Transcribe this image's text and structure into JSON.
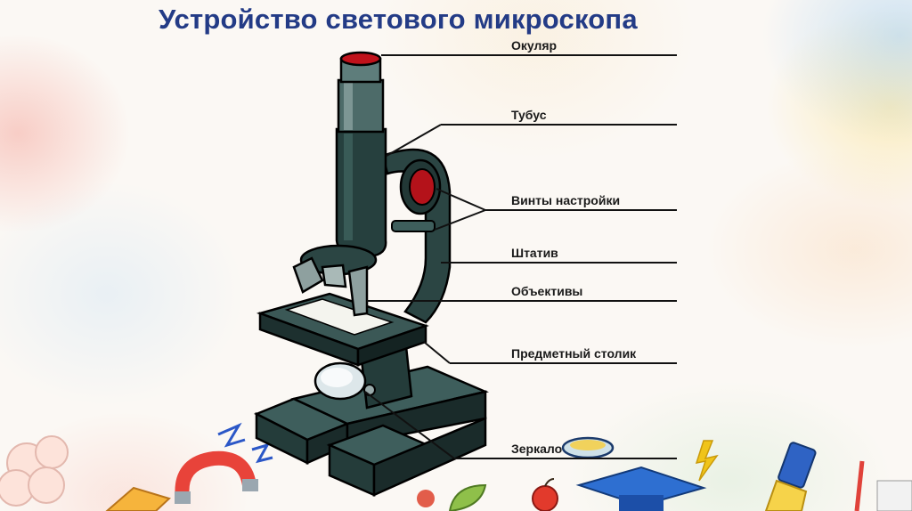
{
  "title": "Устройство светового микроскопа",
  "labels": {
    "eyepiece": "Окуляр",
    "tube": "Тубус",
    "adjust_screws": "Винты настройки",
    "stand": "Штатив",
    "objectives": "Объективы",
    "stage": "Предметный столик",
    "mirror": "Зеркало"
  },
  "colors": {
    "title": "#233b86",
    "body_dark": "#1f2e2e",
    "body_mid": "#2f4a48",
    "eyepiece_lens": "#c0121b",
    "stage_slide": "#f4f4ee"
  },
  "decor": [
    "magnet-icon",
    "lightning-icon",
    "graduation-cap-icon",
    "flask-icon",
    "apple-icon",
    "cloud-icon",
    "petri-dish-icon"
  ]
}
